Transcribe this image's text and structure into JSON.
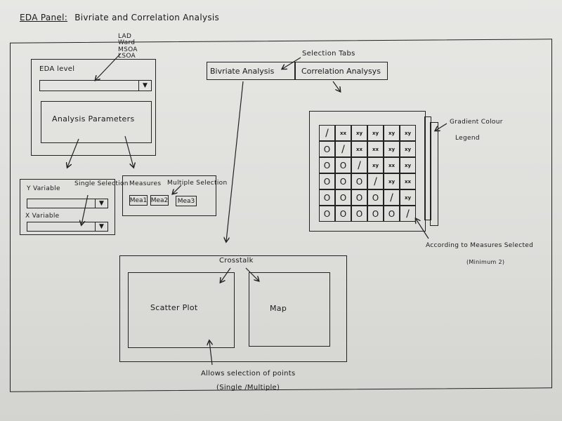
{
  "title": "EDA Panel:",
  "subtitle": "Bivriate and Correlation Analysis",
  "eda_level": {
    "options_note": [
      "LAD",
      "Ward",
      "MSOA",
      "LSOA"
    ],
    "label": "EDA level",
    "dropdown_icon": "triangle-down",
    "value": ""
  },
  "analysis_params": {
    "label": "Analysis Parameters"
  },
  "variables": {
    "y_label": "Y Variable",
    "x_label": "X Variable",
    "single_selection_note": "Single Selection"
  },
  "measures": {
    "label": "Measures",
    "multiple_selection_note": "Multiple Selection",
    "chips": [
      "Mea1",
      "Mea2",
      "Mea3"
    ]
  },
  "tabs": {
    "note": "Selection Tabs",
    "items": [
      "Bivriate Analysis",
      "Correlation Analysys"
    ]
  },
  "matrix": {
    "legend_note": [
      "Gradient Colour",
      "Legend"
    ],
    "measures_note": "According to Measures Selected",
    "minimum_note": "(Minimum 2)",
    "grid": [
      [
        "/",
        "xx",
        "xy",
        "xy",
        "xy",
        "xy"
      ],
      [
        "O",
        "/",
        "xx",
        "xx",
        "xy",
        "xy"
      ],
      [
        "O",
        "O",
        "/",
        "xy",
        "xx",
        "xy"
      ],
      [
        "O",
        "O",
        "O",
        "/",
        "xy",
        "xx"
      ],
      [
        "O",
        "O",
        "O",
        "O",
        "/",
        "xy"
      ],
      [
        "O",
        "O",
        "O",
        "O",
        "O",
        "/"
      ]
    ]
  },
  "crosstalk": {
    "note": "Crosstalk",
    "scatter_label": "Scatter Plot",
    "map_label": "Map",
    "selection_note": "Allows selection of points",
    "selection_mode": "(Single /Multiple)"
  }
}
